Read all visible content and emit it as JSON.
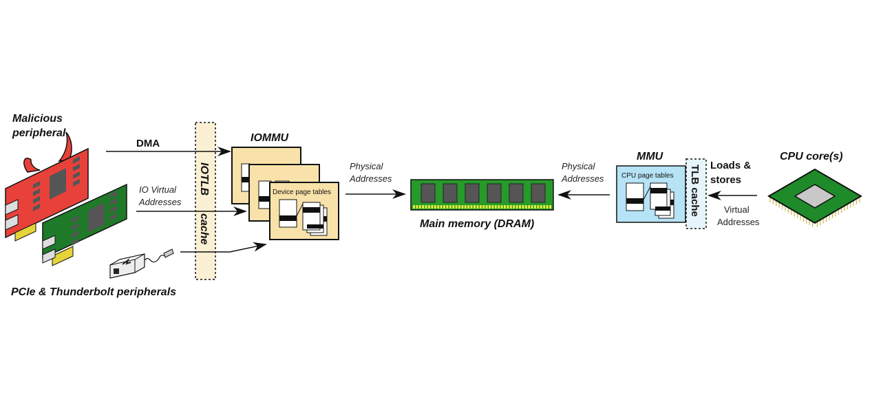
{
  "diagram": {
    "malicious_peripheral": {
      "line1": "Malicious",
      "line2": "peripheral"
    },
    "peripherals_caption": "PCIe & Thunderbolt peripherals",
    "dma_label": "DMA",
    "io_virtual": {
      "line1": "IO Virtual",
      "line2": "Addresses"
    },
    "iotlb": {
      "line1": "IOTLB",
      "line2": "cache"
    },
    "iommu": {
      "title": "IOMMU",
      "page_tables": "Device page tables"
    },
    "physical_left": {
      "line1": "Physical",
      "line2": "Addresses"
    },
    "main_memory": "Main memory (DRAM)",
    "physical_right": {
      "line1": "Physical",
      "line2": "Addresses"
    },
    "mmu": {
      "title": "MMU",
      "page_tables": "CPU page tables"
    },
    "tlb": "TLB cache",
    "loads_stores": {
      "line1": "Loads &",
      "line2": "stores"
    },
    "virtual": {
      "line1": "Virtual",
      "line2": "Addresses"
    },
    "cpu": "CPU core(s)",
    "colors": {
      "malicious_card": "#e8413a",
      "card_green": "#1f7a2a",
      "chip_gray": "#555555",
      "iommu_fill": "#f8e2a9",
      "iotlb_fill": "#fbf0d3",
      "mmu_fill": "#b6e3f5",
      "tlb_fill": "#e6f5fb",
      "dram_green": "#269a2a",
      "dram_pins": "#e6ee3a",
      "cpu_green": "#1f8a2a",
      "cpu_die": "#c8c8c8"
    }
  }
}
